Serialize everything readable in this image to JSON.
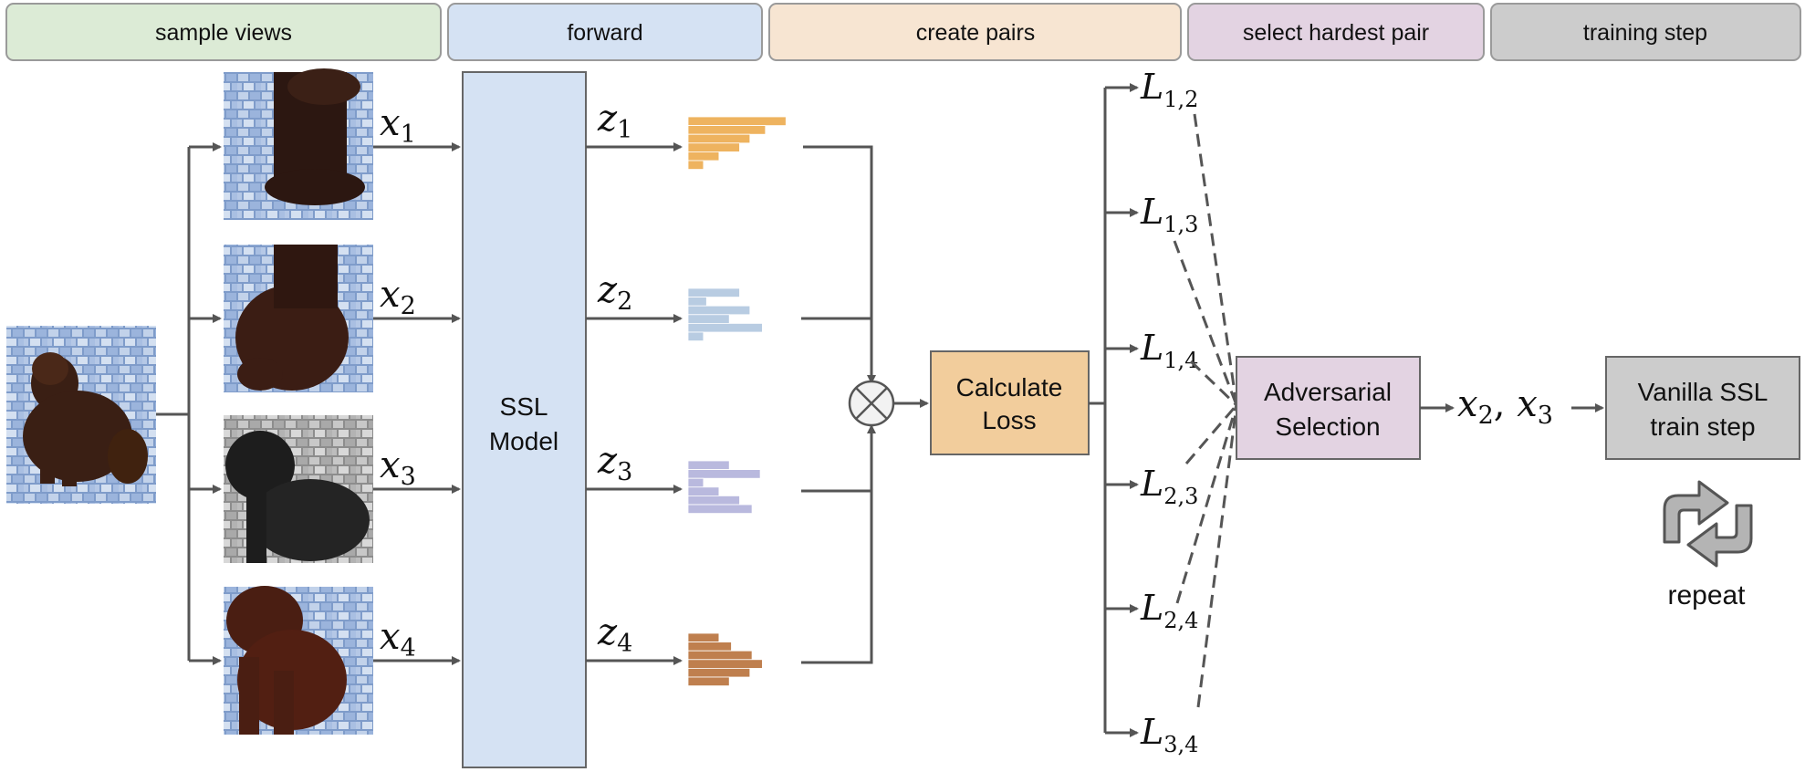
{
  "stages": [
    {
      "label": "sample views",
      "color": "#dcebd6"
    },
    {
      "label": "forward",
      "color": "#d5e2f3"
    },
    {
      "label": "create pairs",
      "color": "#f7e5d2"
    },
    {
      "label": "select hardest pair",
      "color": "#e3d3e2"
    },
    {
      "label": "training step",
      "color": "#cccccc"
    }
  ],
  "views": [
    {
      "var": "x",
      "sub": "1"
    },
    {
      "var": "x",
      "sub": "2"
    },
    {
      "var": "x",
      "sub": "3"
    },
    {
      "var": "x",
      "sub": "4"
    }
  ],
  "model": {
    "line1": "SSL",
    "line2": "Model",
    "color": "#d5e2f3"
  },
  "embeddings": [
    {
      "var": "z",
      "sub": "1",
      "color": "#eeb35f",
      "bars": [
        0.95,
        0.75,
        0.6,
        0.5,
        0.3,
        0.15
      ]
    },
    {
      "var": "z",
      "sub": "2",
      "color": "#b8cce2",
      "bars": [
        0.5,
        0.18,
        0.6,
        0.4,
        0.72,
        0.15
      ]
    },
    {
      "var": "z",
      "sub": "3",
      "color": "#b9b9de",
      "bars": [
        0.4,
        0.7,
        0.15,
        0.3,
        0.5,
        0.62
      ]
    },
    {
      "var": "z",
      "sub": "4",
      "color": "#bf7f4e",
      "bars": [
        0.3,
        0.42,
        0.62,
        0.72,
        0.6,
        0.4
      ]
    }
  ],
  "loss_box": {
    "line1": "Calculate",
    "line2": "Loss",
    "color": "#f2cd9c"
  },
  "losses": [
    {
      "var": "L",
      "sub": "1,2"
    },
    {
      "var": "L",
      "sub": "1,3"
    },
    {
      "var": "L",
      "sub": "1,4"
    },
    {
      "var": "L",
      "sub": "2,3"
    },
    {
      "var": "L",
      "sub": "2,4"
    },
    {
      "var": "L",
      "sub": "3,4"
    }
  ],
  "selection_box": {
    "line1": "Adversarial",
    "line2": "Selection",
    "color": "#e3d3e2"
  },
  "selected_pair": {
    "a_var": "x",
    "a_sub": "2",
    "sep": ", ",
    "b_var": "x",
    "b_sub": "3"
  },
  "train_box": {
    "line1": "Vanilla SSL",
    "line2": "train step",
    "color": "#cccccc"
  },
  "repeat_label": "repeat",
  "icons": {
    "multiply": "circled-times-icon",
    "repeat": "repeat-cycle-icon"
  }
}
